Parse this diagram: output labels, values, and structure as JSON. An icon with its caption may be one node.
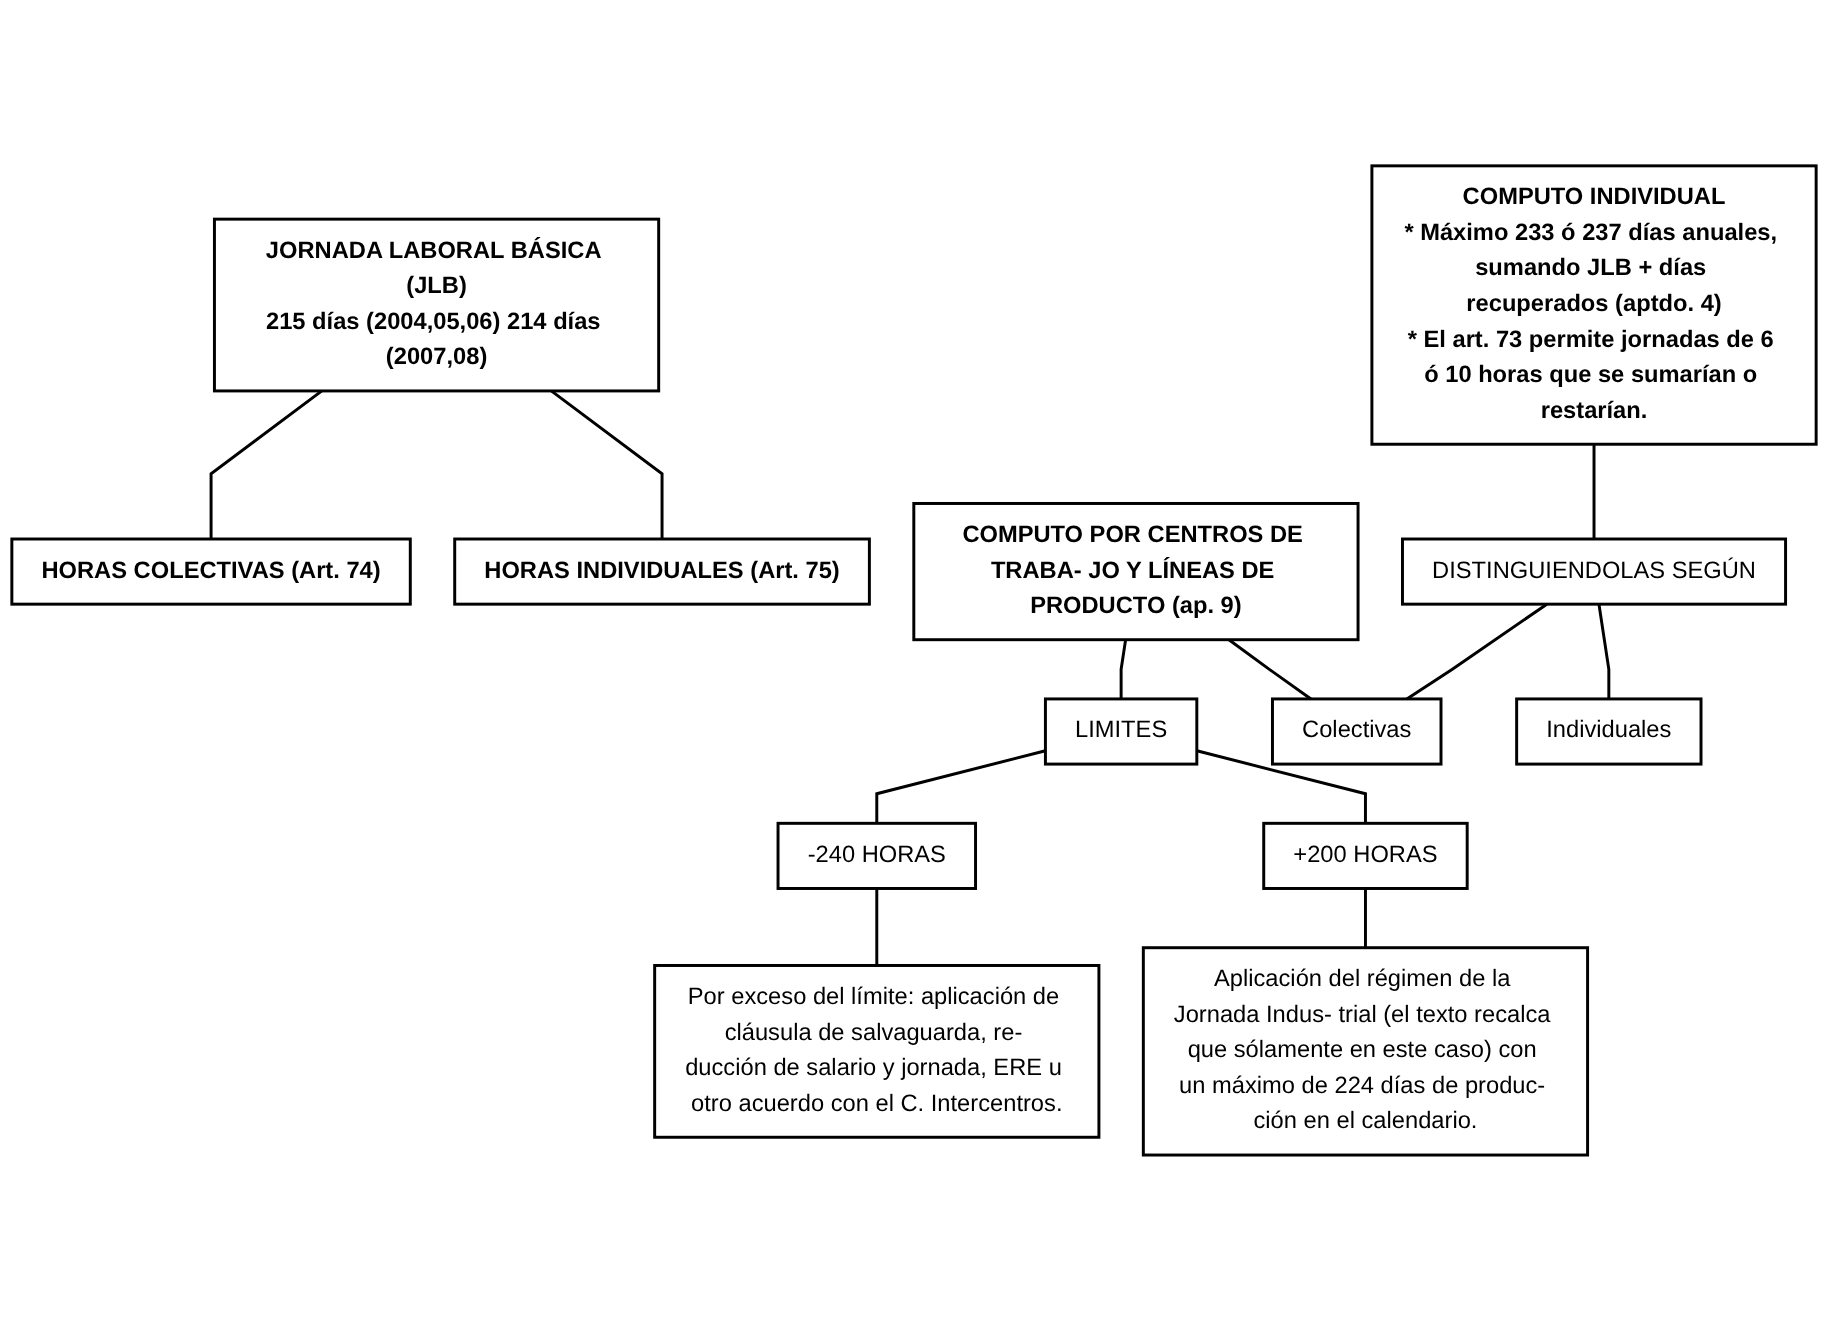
{
  "diagram": {
    "nodes": [
      {
        "text": [
          "JORNADA LABORAL BÁSICA (JLB)",
          "215 días (2004,05,06) 214 días (2007,08)"
        ]
      },
      {
        "text": [
          "HORAS COLECTIVAS (Art. 74)"
        ]
      },
      {
        "text": [
          "HORAS INDIVIDUALES (Art. 75)"
        ]
      },
      {
        "text": [
          "COMPUTO POR CENTROS DE TRABA- JO Y LÍNEAS DE PRODUCTO (ap. 9)"
        ]
      },
      {
        "text": [
          "LIMITES"
        ]
      },
      {
        "text": [
          "-240 HORAS"
        ]
      },
      {
        "text": [
          "+200 HORAS"
        ]
      },
      {
        "text": [
          "Por exceso del límite: aplicación de cláusula de salvaguarda, re- ducción de salario y jornada, ERE u otro acuerdo con el C. Intercentros."
        ]
      },
      {
        "text": [
          "Aplicación del régimen de la Jornada Indus- trial (el texto recalca que sólamente en este caso) con un máximo de 224 días de produc- ción en el calendario."
        ]
      },
      {
        "text": [
          "COMPUTO INDIVIDUAL",
          "* Máximo 233 ó 237 días anuales, sumando JLB + días recuperados (aptdo. 4)",
          "* El art. 73 permite jornadas de 6 ó 10 horas que se sumarían o restarían."
        ]
      },
      {
        "text": [
          "DISTINGUIENDOLAS SEGÚN"
        ]
      },
      {
        "text": [
          "Colectivas"
        ]
      },
      {
        "text": [
          "Individuales"
        ]
      }
    ],
    "edges": [
      {
        "from": 0,
        "to": 1,
        "arrow": "none"
      },
      {
        "from": 0,
        "to": 2,
        "arrow": "none"
      },
      {
        "from": 3,
        "to": 4,
        "arrow": "none"
      },
      {
        "from": 4,
        "to": 5,
        "arrow": "none"
      },
      {
        "from": 4,
        "to": 6,
        "arrow": "none"
      },
      {
        "from": 5,
        "to": 7,
        "arrow": "none"
      },
      {
        "from": 6,
        "to": 8,
        "arrow": "none"
      },
      {
        "from": 9,
        "to": 10,
        "arrow": "none"
      },
      {
        "from": 10,
        "to": 11,
        "arrow": "none"
      },
      {
        "from": 10,
        "to": 12,
        "arrow": "none"
      },
      {
        "from": 3,
        "to": 11,
        "arrow": "none"
      }
    ]
  }
}
